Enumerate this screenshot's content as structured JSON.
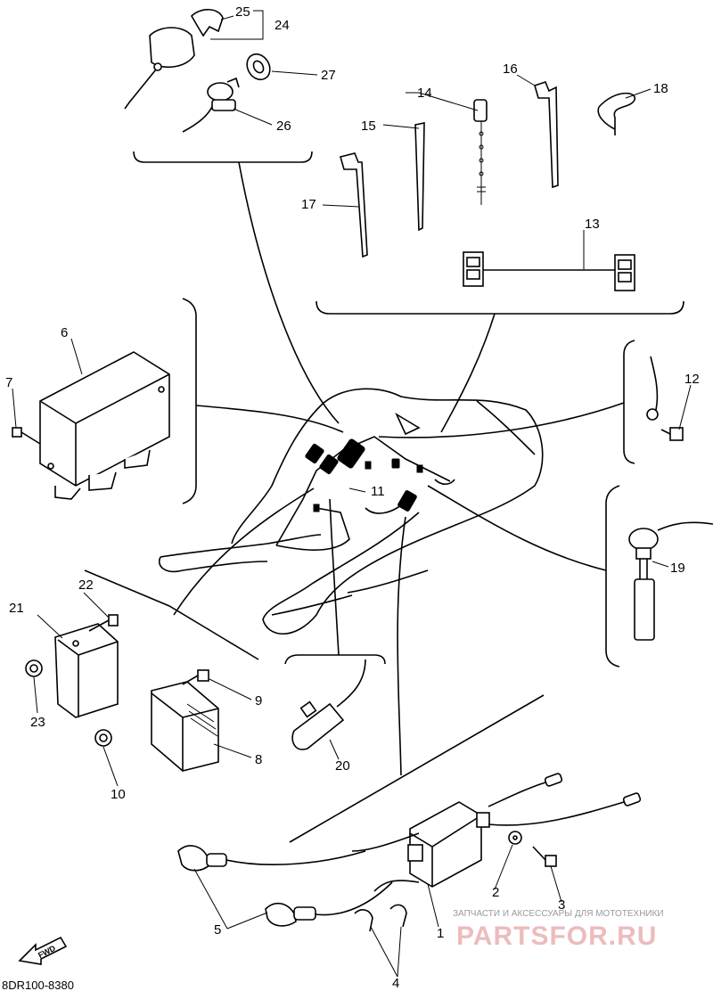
{
  "diagram": {
    "part_labels": {
      "p1": "1",
      "p2": "2",
      "p3": "3",
      "p4": "4",
      "p5": "5",
      "p6": "6",
      "p7": "7",
      "p8": "8",
      "p9": "9",
      "p10": "10",
      "p11": "11",
      "p12": "12",
      "p13": "13",
      "p14": "14",
      "p15": "15",
      "p16": "16",
      "p17": "17",
      "p18": "18",
      "p19": "19",
      "p20": "20",
      "p21": "21",
      "p22": "22",
      "p23": "23",
      "p24": "24",
      "p25": "25",
      "p26": "26",
      "p27": "27"
    },
    "drawing_code": "8DR100-8380",
    "direction_badge": "FWD"
  },
  "watermark": {
    "caption": "ЗАПЧАСТИ И АКСЕССУАРЫ ДЛЯ МОТОТЕХНИКИ",
    "brand": "PARTSFOR.RU",
    "color": "#c94040"
  }
}
